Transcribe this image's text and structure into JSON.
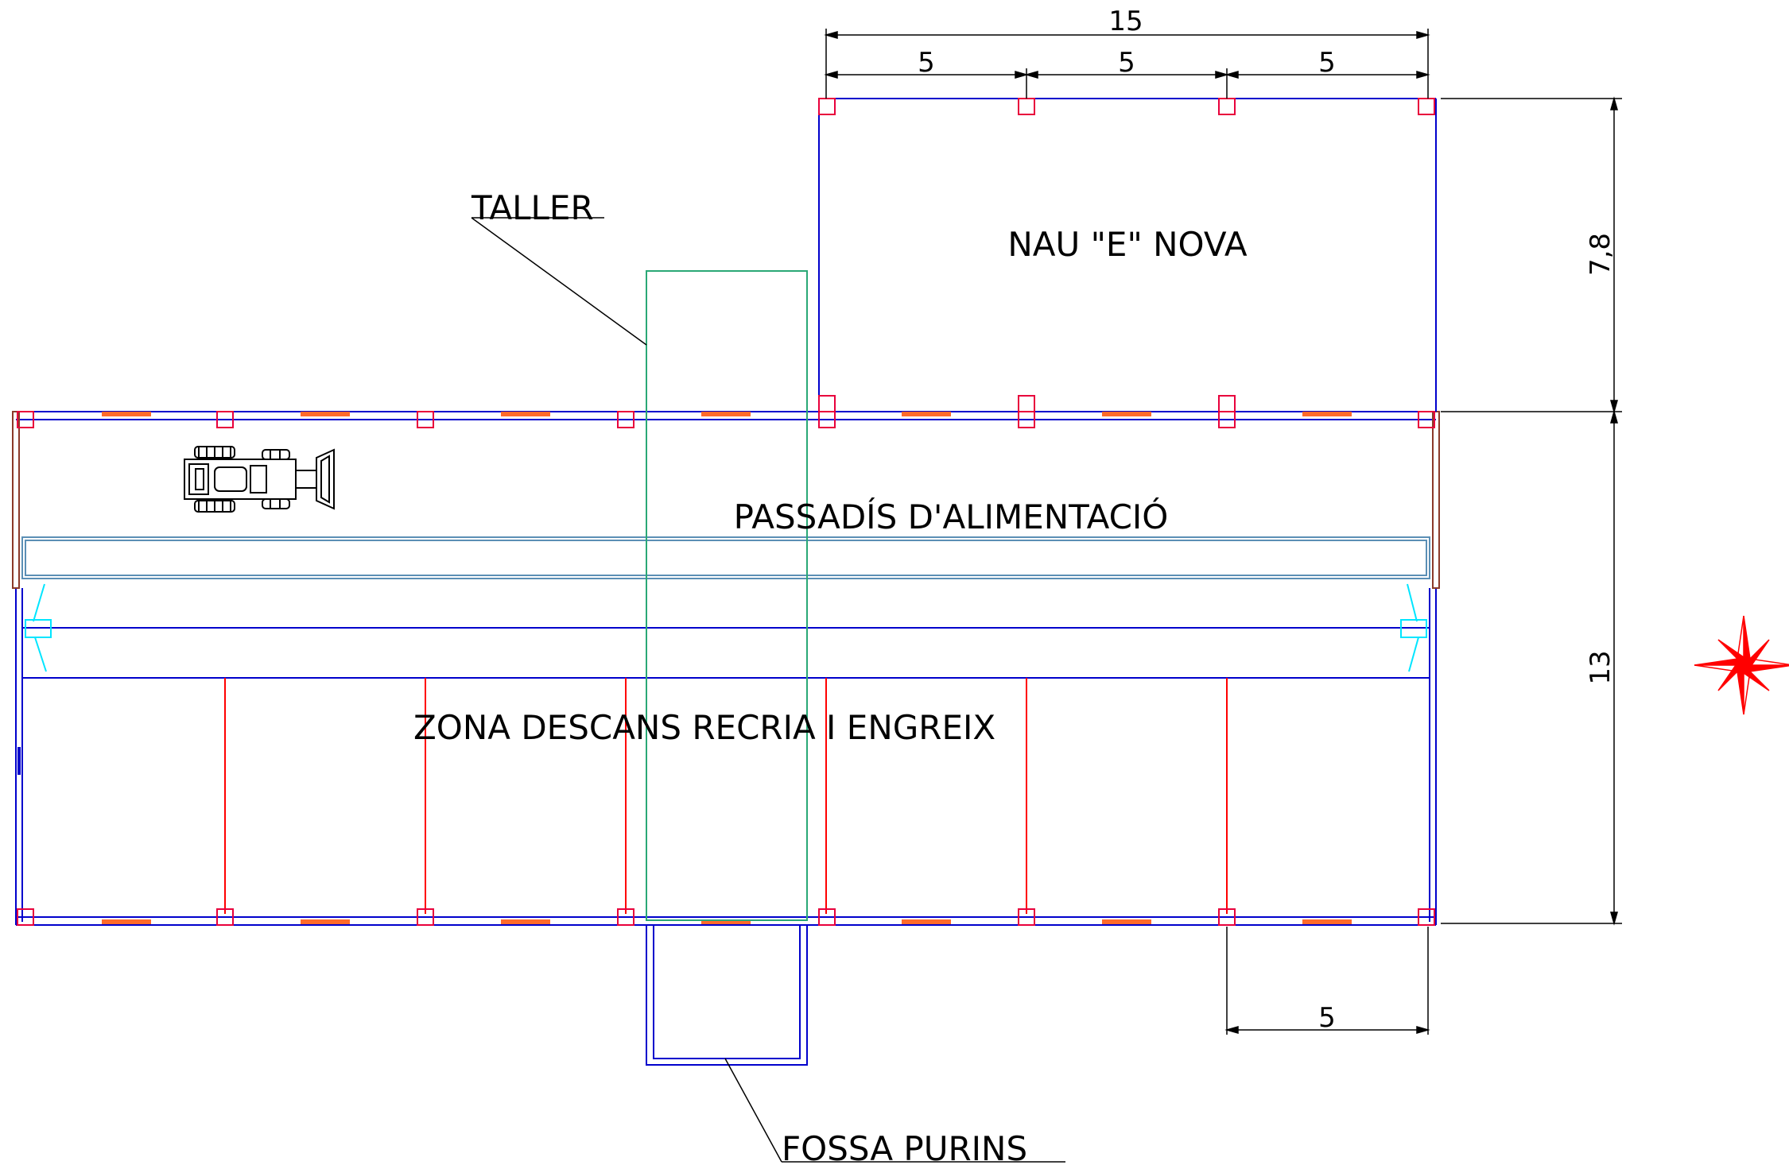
{
  "labels": {
    "nau_e_nova": "NAU \"E\" NOVA",
    "passadis": "PASSADÍS D'ALIMENTACIÓ",
    "zona_descans": "ZONA DESCANS  RECRIA I ENGREIX",
    "taller": "TALLER",
    "fossa_purins": "FOSSA PURINS"
  },
  "dimensions": {
    "top_total": "15",
    "top_seg_1": "5",
    "top_seg_2": "5",
    "top_seg_3": "5",
    "right_upper": "7,8",
    "right_lower": "13",
    "bottom_seg": "5"
  },
  "colors": {
    "walls": "#0000cc",
    "pillars": "#e8003c",
    "partitions": "#ff0000",
    "openings": "#ff6a2a",
    "taller": "#2aa876",
    "trough": "#5b8fb5",
    "gates": "#00e5ff",
    "end_walls": "#8b3a2a",
    "compass": "#ff0000"
  },
  "icons": {
    "vehicle": "tractor-icon",
    "compass": "compass-rose-icon"
  }
}
